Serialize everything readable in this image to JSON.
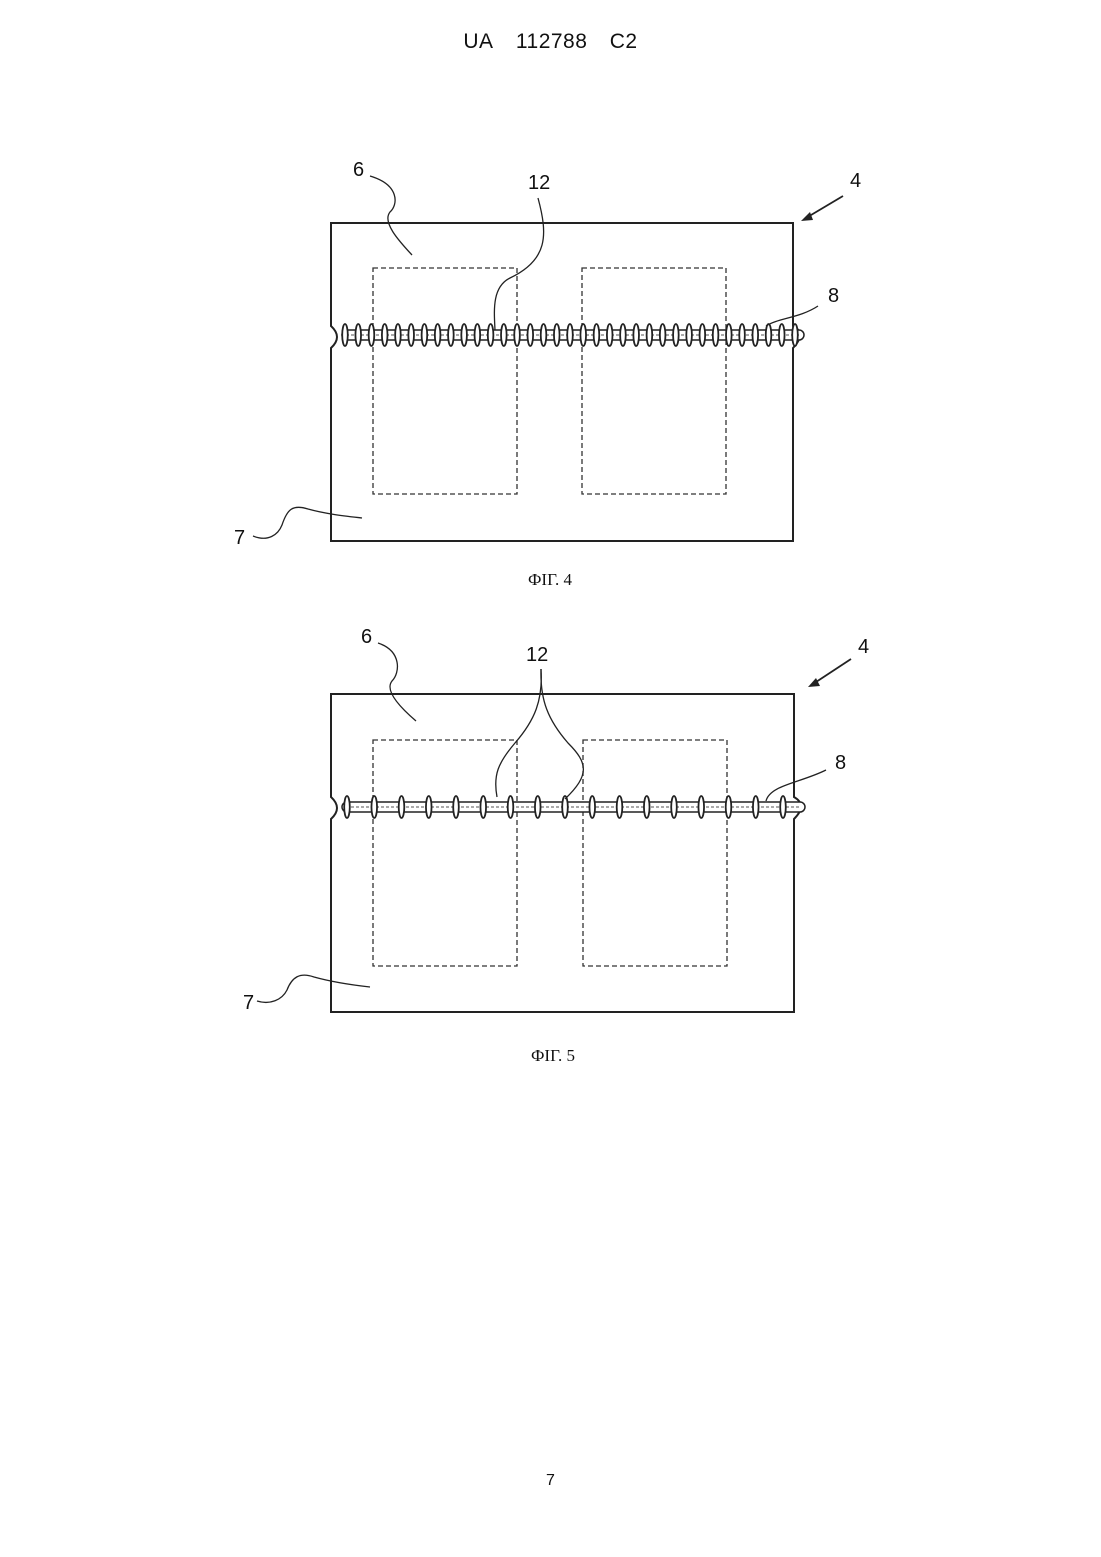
{
  "header": {
    "country": "UA",
    "number": "112788",
    "kind": "C2"
  },
  "figures": [
    {
      "caption": "ФІГ. 4",
      "labels": {
        "a": "6",
        "b": "12",
        "c": "4",
        "d": "8",
        "e": "7"
      },
      "coil_count": 35
    },
    {
      "caption": "ФІГ. 5",
      "labels": {
        "a": "6",
        "b": "12",
        "c": "4",
        "d": "8",
        "e": "7"
      },
      "coil_count": 17
    }
  ],
  "page_number": "7"
}
